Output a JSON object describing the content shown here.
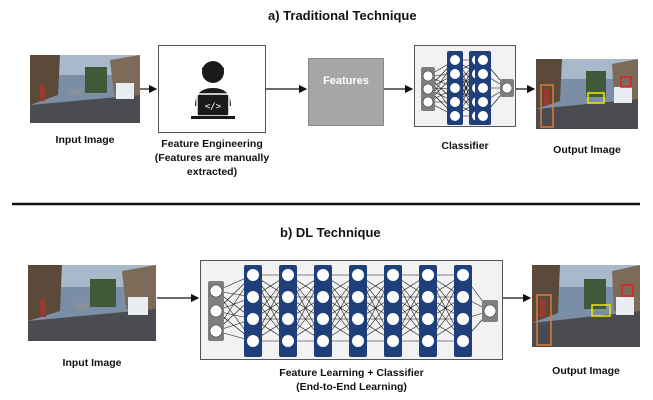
{
  "section_a": {
    "title": "a)  Traditional Technique",
    "input_caption": "Input Image",
    "feature_caption_line1": "Feature Engineering",
    "feature_caption_line2": "(Features are manually",
    "feature_caption_line3": "extracted)",
    "features_label": "Features",
    "classifier_caption": "Classifier",
    "output_caption": "Output Image"
  },
  "section_b": {
    "title": "b) DL Technique",
    "input_caption": "Input Image",
    "network_caption_line1": "Feature Learning + Classifier",
    "network_caption_line2": "(End-to-End Learning)",
    "output_caption": "Output Image"
  },
  "colors": {
    "layer_fill": "#1f3f7a",
    "input_layer": "#7f7f7f",
    "features_box": "#a6a6a6",
    "bbox_orange": "#e07b39",
    "bbox_yellow": "#f2e600",
    "bbox_red": "#e02020"
  },
  "icons": [
    "person-laptop-icon",
    "code-icon",
    "arrow-right-icon"
  ]
}
